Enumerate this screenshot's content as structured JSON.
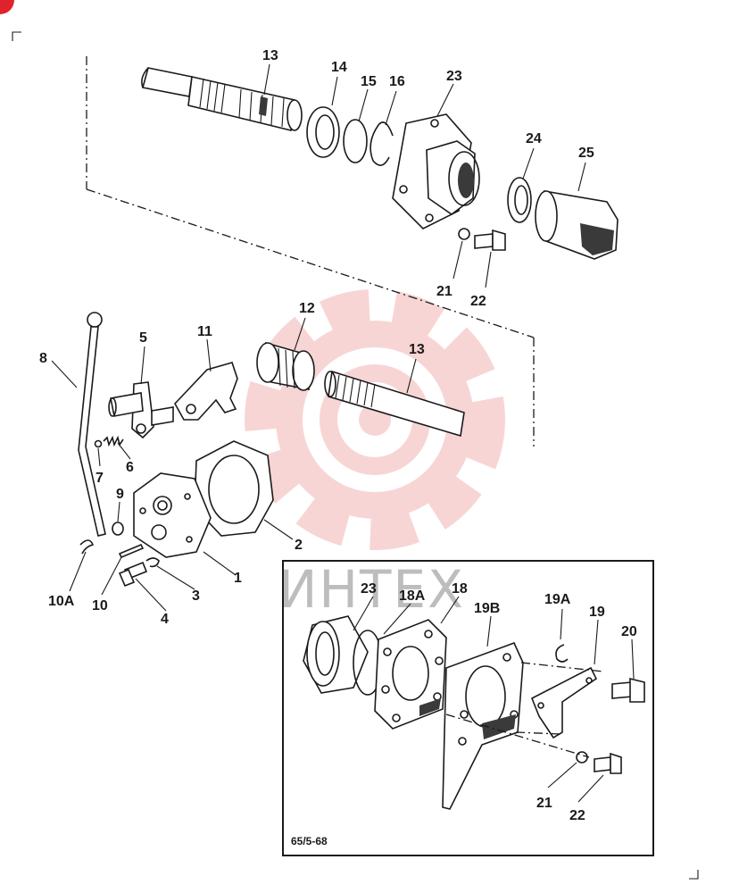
{
  "callouts": {
    "c13a": "13",
    "c14": "14",
    "c15": "15",
    "c16": "16",
    "c23a": "23",
    "c24": "24",
    "c25": "25",
    "c21a": "21",
    "c22a": "22",
    "c12": "12",
    "c13b": "13",
    "c5": "5",
    "c11": "11",
    "c8": "8",
    "c7": "7",
    "c6": "6",
    "c9": "9",
    "c2": "2",
    "c1": "1",
    "c10a": "10A",
    "c10": "10",
    "c3": "3",
    "c4": "4",
    "c23b": "23",
    "c18a": "18A",
    "c18": "18",
    "c19b": "19B",
    "c19a": "19A",
    "c19": "19",
    "c20": "20",
    "c21b": "21",
    "c22b": "22"
  },
  "figure_code": "65/5-68",
  "watermark": "ИНТЕХ",
  "colors": {
    "ink": "#1a1a1a",
    "watermark": "#f4b4b4",
    "corner_badge": "#e0222c"
  }
}
